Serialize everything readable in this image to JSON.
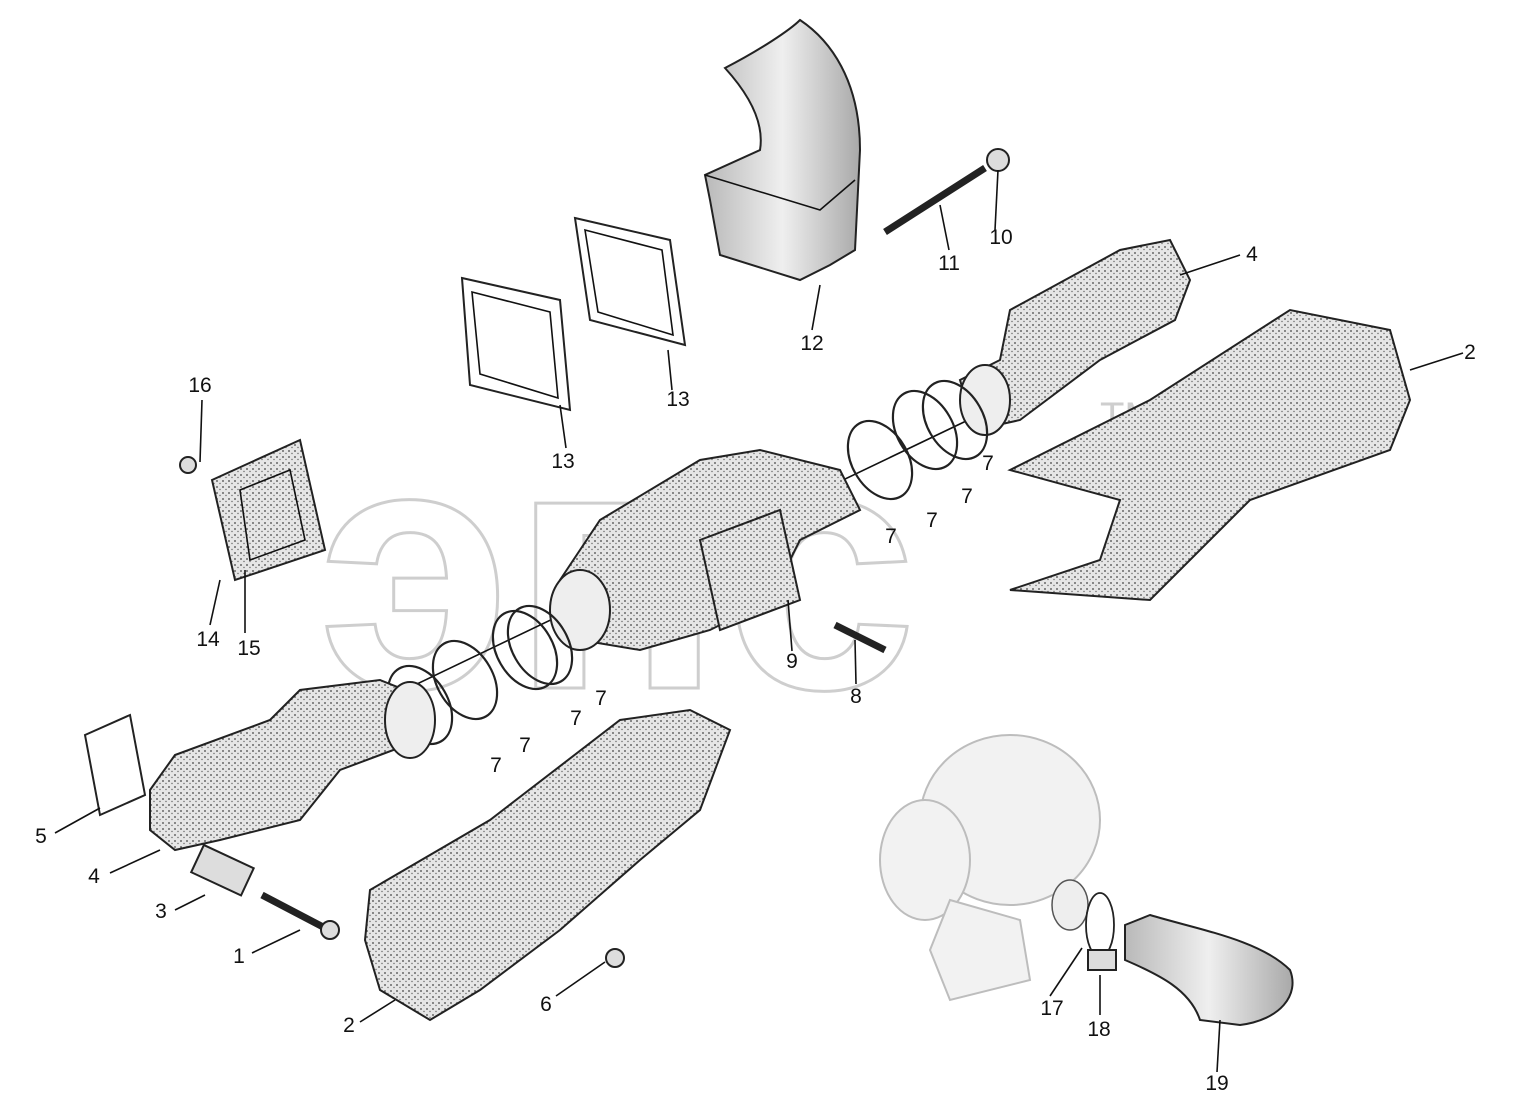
{
  "watermark": {
    "text": "эпс",
    "tm": "TM"
  },
  "callouts": [
    {
      "id": "c1",
      "text": "1"
    },
    {
      "id": "c2a",
      "text": "2"
    },
    {
      "id": "c2b",
      "text": "2"
    },
    {
      "id": "c3",
      "text": "3"
    },
    {
      "id": "c4a",
      "text": "4"
    },
    {
      "id": "c4b",
      "text": "4"
    },
    {
      "id": "c5",
      "text": "5"
    },
    {
      "id": "c6",
      "text": "6"
    },
    {
      "id": "c7a",
      "text": "7"
    },
    {
      "id": "c7b",
      "text": "7"
    },
    {
      "id": "c7c",
      "text": "7"
    },
    {
      "id": "c7d",
      "text": "7"
    },
    {
      "id": "c7e",
      "text": "7"
    },
    {
      "id": "c7f",
      "text": "7"
    },
    {
      "id": "c7g",
      "text": "7"
    },
    {
      "id": "c7h",
      "text": "7"
    },
    {
      "id": "c8",
      "text": "8"
    },
    {
      "id": "c9",
      "text": "9"
    },
    {
      "id": "c10",
      "text": "10"
    },
    {
      "id": "c11",
      "text": "11"
    },
    {
      "id": "c12",
      "text": "12"
    },
    {
      "id": "c13a",
      "text": "13"
    },
    {
      "id": "c13b",
      "text": "13"
    },
    {
      "id": "c14",
      "text": "14"
    },
    {
      "id": "c15",
      "text": "15"
    },
    {
      "id": "c16",
      "text": "16"
    },
    {
      "id": "c17",
      "text": "17"
    },
    {
      "id": "c18",
      "text": "18"
    },
    {
      "id": "c19",
      "text": "19"
    }
  ],
  "colors": {
    "ink": "#111111",
    "part_fill": "#d9d9d9",
    "watermark": "#c9c9c9"
  }
}
